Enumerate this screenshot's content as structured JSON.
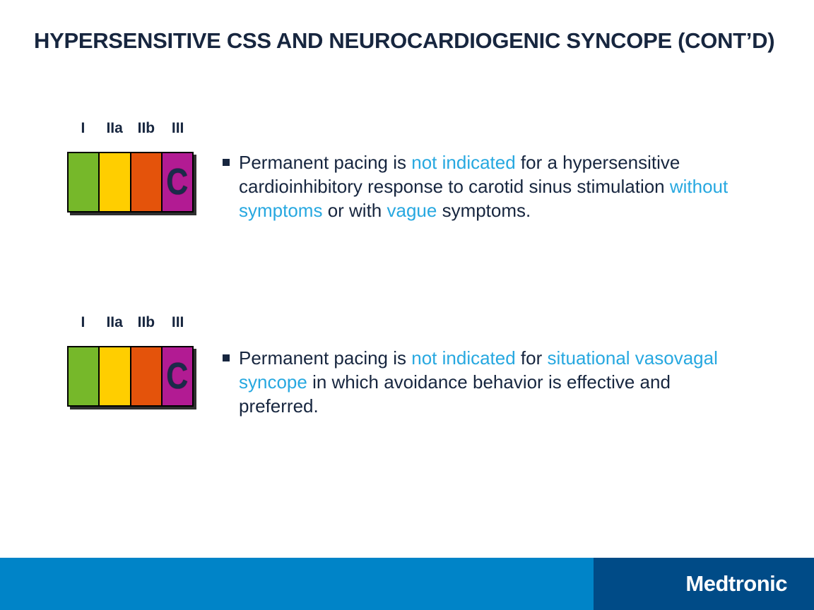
{
  "slide": {
    "title": "HYPERSENSITIVE CSS AND NEUROCARDIOGENIC SYNCOPE (CONT’D)"
  },
  "class_scale": {
    "labels": [
      "I",
      "IIa",
      "IIb",
      "III"
    ],
    "blocks": [
      {
        "label": "I",
        "color": "#76B82A"
      },
      {
        "label": "IIa",
        "color": "#FFCE00"
      },
      {
        "label": "IIb",
        "color": "#E4530B"
      },
      {
        "label": "III",
        "color": "#B21B93",
        "letter": "C"
      }
    ]
  },
  "bullets": [
    {
      "segments": [
        {
          "text": "Permanent pacing is ",
          "tone": "navy"
        },
        {
          "text": "not indicated",
          "tone": "blue"
        },
        {
          "text": " for a hypersensitive cardioinhibitory response to carotid sinus stimulation ",
          "tone": "navy"
        },
        {
          "text": "without symptoms",
          "tone": "blue"
        },
        {
          "text": " or with ",
          "tone": "navy"
        },
        {
          "text": "vague",
          "tone": "blue"
        },
        {
          "text": " symptoms.",
          "tone": "navy"
        }
      ]
    },
    {
      "segments": [
        {
          "text": "Permanent pacing is ",
          "tone": "navy"
        },
        {
          "text": "not indicated",
          "tone": "blue"
        },
        {
          "text": " for ",
          "tone": "navy"
        },
        {
          "text": "situational vasovagal syncope",
          "tone": "blue"
        },
        {
          "text": " in which avoidance behavior is effective and preferred.",
          "tone": "navy"
        }
      ]
    }
  ],
  "footer": {
    "brand": "Medtronic"
  },
  "colors": {
    "navy_text": "#17263F",
    "highlight_blue_text": "#27A8E0",
    "class_i_green": "#76B82A",
    "class_iia_yellow": "#FFCE00",
    "class_iib_orange": "#E4530B",
    "class_iii_magenta": "#B21B93",
    "footer_light_blue": "#0084C8",
    "footer_dark_blue": "#004B87"
  }
}
